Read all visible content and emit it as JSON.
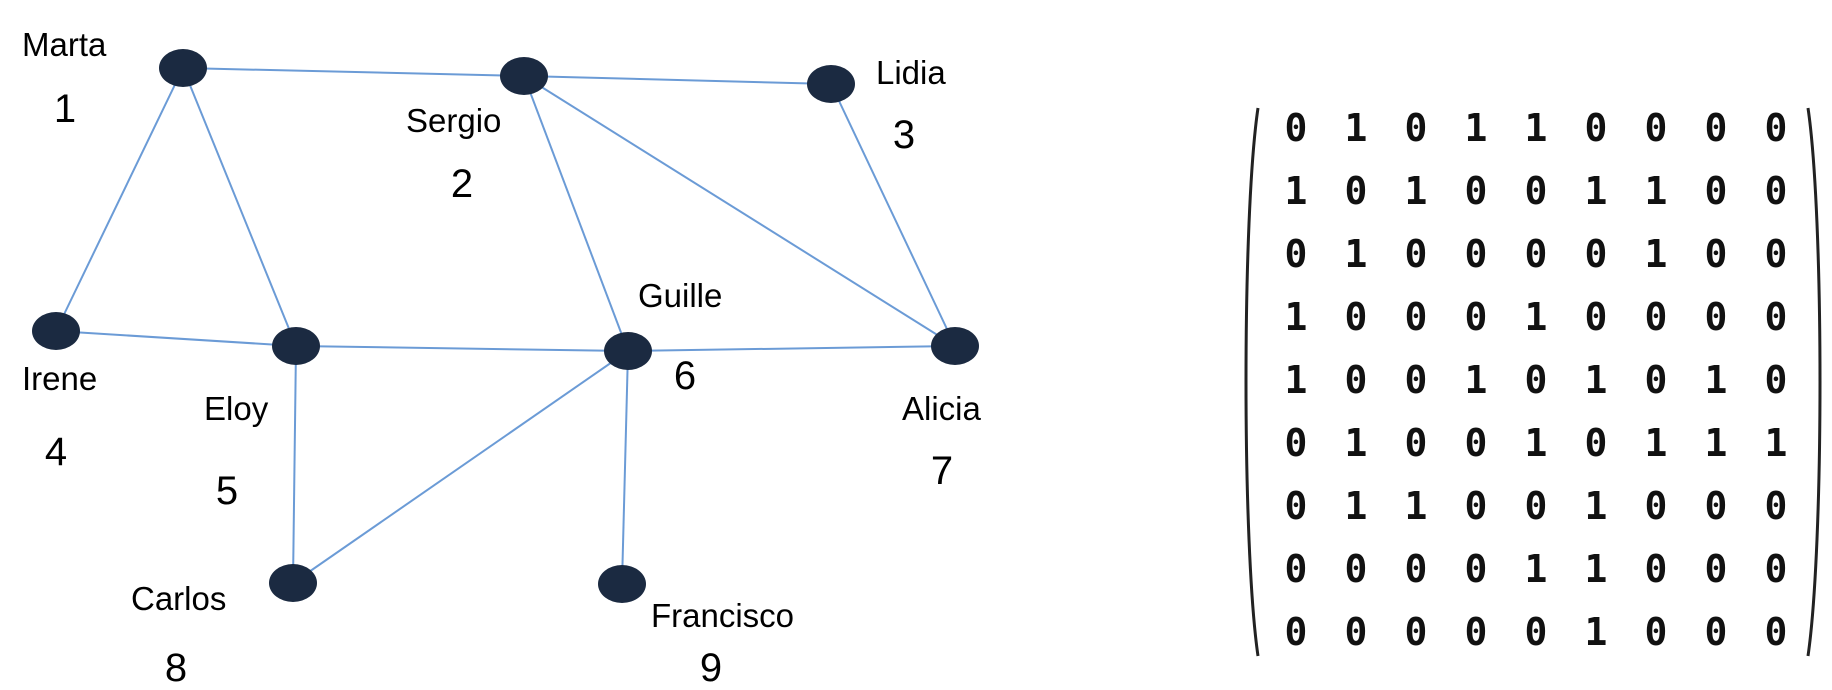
{
  "graph": {
    "nodes": [
      {
        "id": 1,
        "name": "Marta",
        "number": "1"
      },
      {
        "id": 2,
        "name": "Sergio",
        "number": "2"
      },
      {
        "id": 3,
        "name": "Lidia",
        "number": "3"
      },
      {
        "id": 4,
        "name": "Irene",
        "number": "4"
      },
      {
        "id": 5,
        "name": "Eloy",
        "number": "5"
      },
      {
        "id": 6,
        "name": "Guille",
        "number": "6"
      },
      {
        "id": 7,
        "name": "Alicia",
        "number": "7"
      },
      {
        "id": 8,
        "name": "Carlos",
        "number": "8"
      },
      {
        "id": 9,
        "name": "Francisco",
        "number": "9"
      }
    ],
    "edges": [
      [
        1,
        2
      ],
      [
        1,
        4
      ],
      [
        1,
        5
      ],
      [
        2,
        3
      ],
      [
        2,
        6
      ],
      [
        2,
        7
      ],
      [
        3,
        7
      ],
      [
        4,
        5
      ],
      [
        5,
        6
      ],
      [
        5,
        8
      ],
      [
        6,
        7
      ],
      [
        6,
        8
      ],
      [
        6,
        9
      ]
    ],
    "node_color": "#1b2a41",
    "edge_color": "#6b9bd6"
  },
  "matrix": {
    "rows": [
      [
        "0",
        "1",
        "0",
        "1",
        "1",
        "0",
        "0",
        "0",
        "0"
      ],
      [
        "1",
        "0",
        "1",
        "0",
        "0",
        "1",
        "1",
        "0",
        "0"
      ],
      [
        "0",
        "1",
        "0",
        "0",
        "0",
        "0",
        "1",
        "0",
        "0"
      ],
      [
        "1",
        "0",
        "0",
        "0",
        "1",
        "0",
        "0",
        "0",
        "0"
      ],
      [
        "1",
        "0",
        "0",
        "1",
        "0",
        "1",
        "0",
        "1",
        "0"
      ],
      [
        "0",
        "1",
        "0",
        "0",
        "1",
        "0",
        "1",
        "1",
        "1"
      ],
      [
        "0",
        "1",
        "1",
        "0",
        "0",
        "1",
        "0",
        "0",
        "0"
      ],
      [
        "0",
        "0",
        "0",
        "0",
        "1",
        "1",
        "0",
        "0",
        "0"
      ],
      [
        "0",
        "0",
        "0",
        "0",
        "0",
        "1",
        "0",
        "0",
        "0"
      ]
    ]
  }
}
